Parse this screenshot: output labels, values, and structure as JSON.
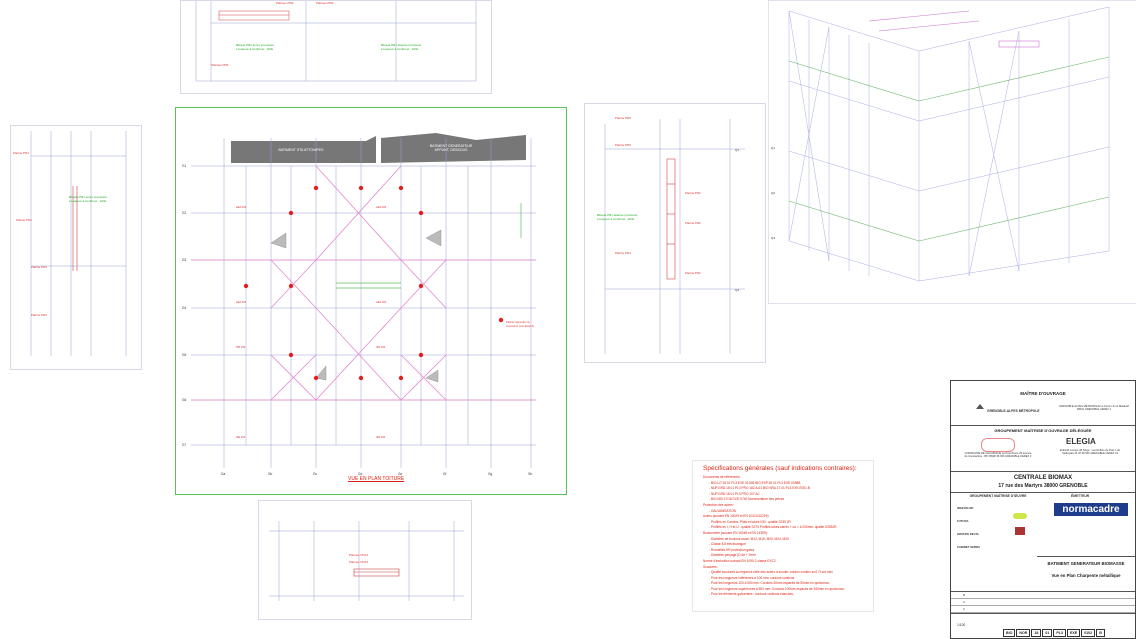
{
  "roof_view": {
    "title": "VUE EN PLAN TOITURE",
    "band_left": "BATIMENT STA ATTONIPES",
    "band_right": "BATIMENT GENERATEUR\nAPPUNT, DESSOUS",
    "row_labels": [
      "G1",
      "G2",
      "G3",
      "G4",
      "G5",
      "G6",
      "G7"
    ],
    "col_labels": [
      "Ga",
      "Gb",
      "Gc",
      "Gd",
      "Ge",
      "Gf",
      "Gg",
      "Gh"
    ]
  },
  "side_view": {
    "row_labels": [
      "Q1",
      "Q2",
      "Q3",
      "Q4"
    ]
  },
  "specs": {
    "title": "Spécifications générales (sauf indications contraires):",
    "lines": [
      {
        "t": "Documents de références:",
        "sub": false
      },
      {
        "t": "- BIO.LIT.18 01 PL3 EXE 0102B           BIO.EXP.18 01 PL3 EXE 0098B",
        "sub": true
      },
      {
        "t": "- NUP.GRD.18 01 PL3 PRO 182 A-61        BIO.SRA.17.01.PL3.EXE.E001.B",
        "sub": true
      },
      {
        "t": "- NUP.GRD.18 01 PL3 PRO 107 AC",
        "sub": true
      },
      {
        "t": "- BIO.NDI.17/18 DCE.0740 Nomenclature des pièces",
        "sub": true
      },
      {
        "t": "Protection des aciers:",
        "sub": false
      },
      {
        "t": "- GALVANISATION",
        "sub": true
      },
      {
        "t": "Aciers (suivant EN 10025 et EN 10210/10219):",
        "sub": false
      },
      {
        "t": "- Profilés en Carriers, Plats et tubes 030 : qualité S235 JR",
        "sub": true
      },
      {
        "t": "- Profilés en I, H et U : qualité S275         Profilés tubes carrés + ou = à 200mm: qualité S355JR",
        "sub": true
      },
      {
        "t": "Boulonnerie (suivant EN 15048 et EN 14399):",
        "sub": false
      },
      {
        "t": "- Diamètre de boulons usuel: M12, M16, M20, M24, M30",
        "sub": true
      },
      {
        "t": "- Classe 8.8 électrozingué",
        "sub": true
      },
      {
        "t": "- Rondelles HR protection galva",
        "sub": true
      },
      {
        "t": "- Diamètre perçage (D de + 2mm",
        "sub": true
      },
      {
        "t": "Norme d'exécution suivant EN 1090-2 classe EXC2",
        "sub": false
      },
      {
        "t": "Soudures:",
        "sub": false
      },
      {
        "t": "- Qualité soudures au regard à celle des aciers à souder, cordon continu a=0.7t sur mini",
        "sub": true
      },
      {
        "t": "- Pour les longueurs inférieures à 100 mm: cordons continus",
        "sub": true
      },
      {
        "t": "- Pour les longueurs 100 à 500 mm: Cordons 50mm espacés de 50mm en quinconce.",
        "sub": true
      },
      {
        "t": "- Pour les longueurs supérieures à 500 mm: Cordons 100mm espacés de 150mm en quinconce.",
        "sub": true
      },
      {
        "t": "- Pour les éléments galvanisés : cordons continus étanches.",
        "sub": true
      }
    ]
  },
  "title_block": {
    "owner_heading": "MAÎTRE D'OUVRAGE",
    "owner_name": "GRENOBLE-ALPES MÉTROPOLE",
    "owner_address": "GRENOBLE-ALPES MÉTROPOLE  Le Forum  3 rue Malakoff  38031 GRENOBLE CEDEX 1",
    "delegate_heading": "GROUPEMENT MAÎTRISE D'OUVRAGE DÉLÉGUÉE",
    "company1": "COMPAGNIE DE CHAUFFAGE  Le Polychrone  25 avenue de Constantine - BP 25908  38 036 GRENOBLE CEDEX 2",
    "company2_logo": "ELEGIA",
    "company2": "ELEGIA Groupe 38  Siège : Les Reflets du Drac  1 de Stalingrad 13 Vif  38 026 GRENOBLE CEDEX 01",
    "project_title": "CENTRALE BIOMAX",
    "project_address": "17 rue des Martyrs 38000 GRENOBLE",
    "moe_heading": "GROUPEMENT MAÎTRISE D'ŒUVRE",
    "emitter_heading": "ÉMETTEUR",
    "emitter_logo": "normacadre",
    "moe_members": [
      "INGEVALOR",
      "FUTURA",
      "GROUPE DELTA",
      "CABINET SERRA"
    ],
    "building": "BATIMENT GENERATEUR BIOMASSE",
    "drawing_title": "Vue en Plan Charpente métallique",
    "scale": "1/100",
    "code": [
      "BIO",
      "NOR",
      "18",
      "01",
      "PL3",
      "EXE",
      "0102",
      "B"
    ],
    "revisions": [
      "B",
      "A",
      "0"
    ]
  }
}
